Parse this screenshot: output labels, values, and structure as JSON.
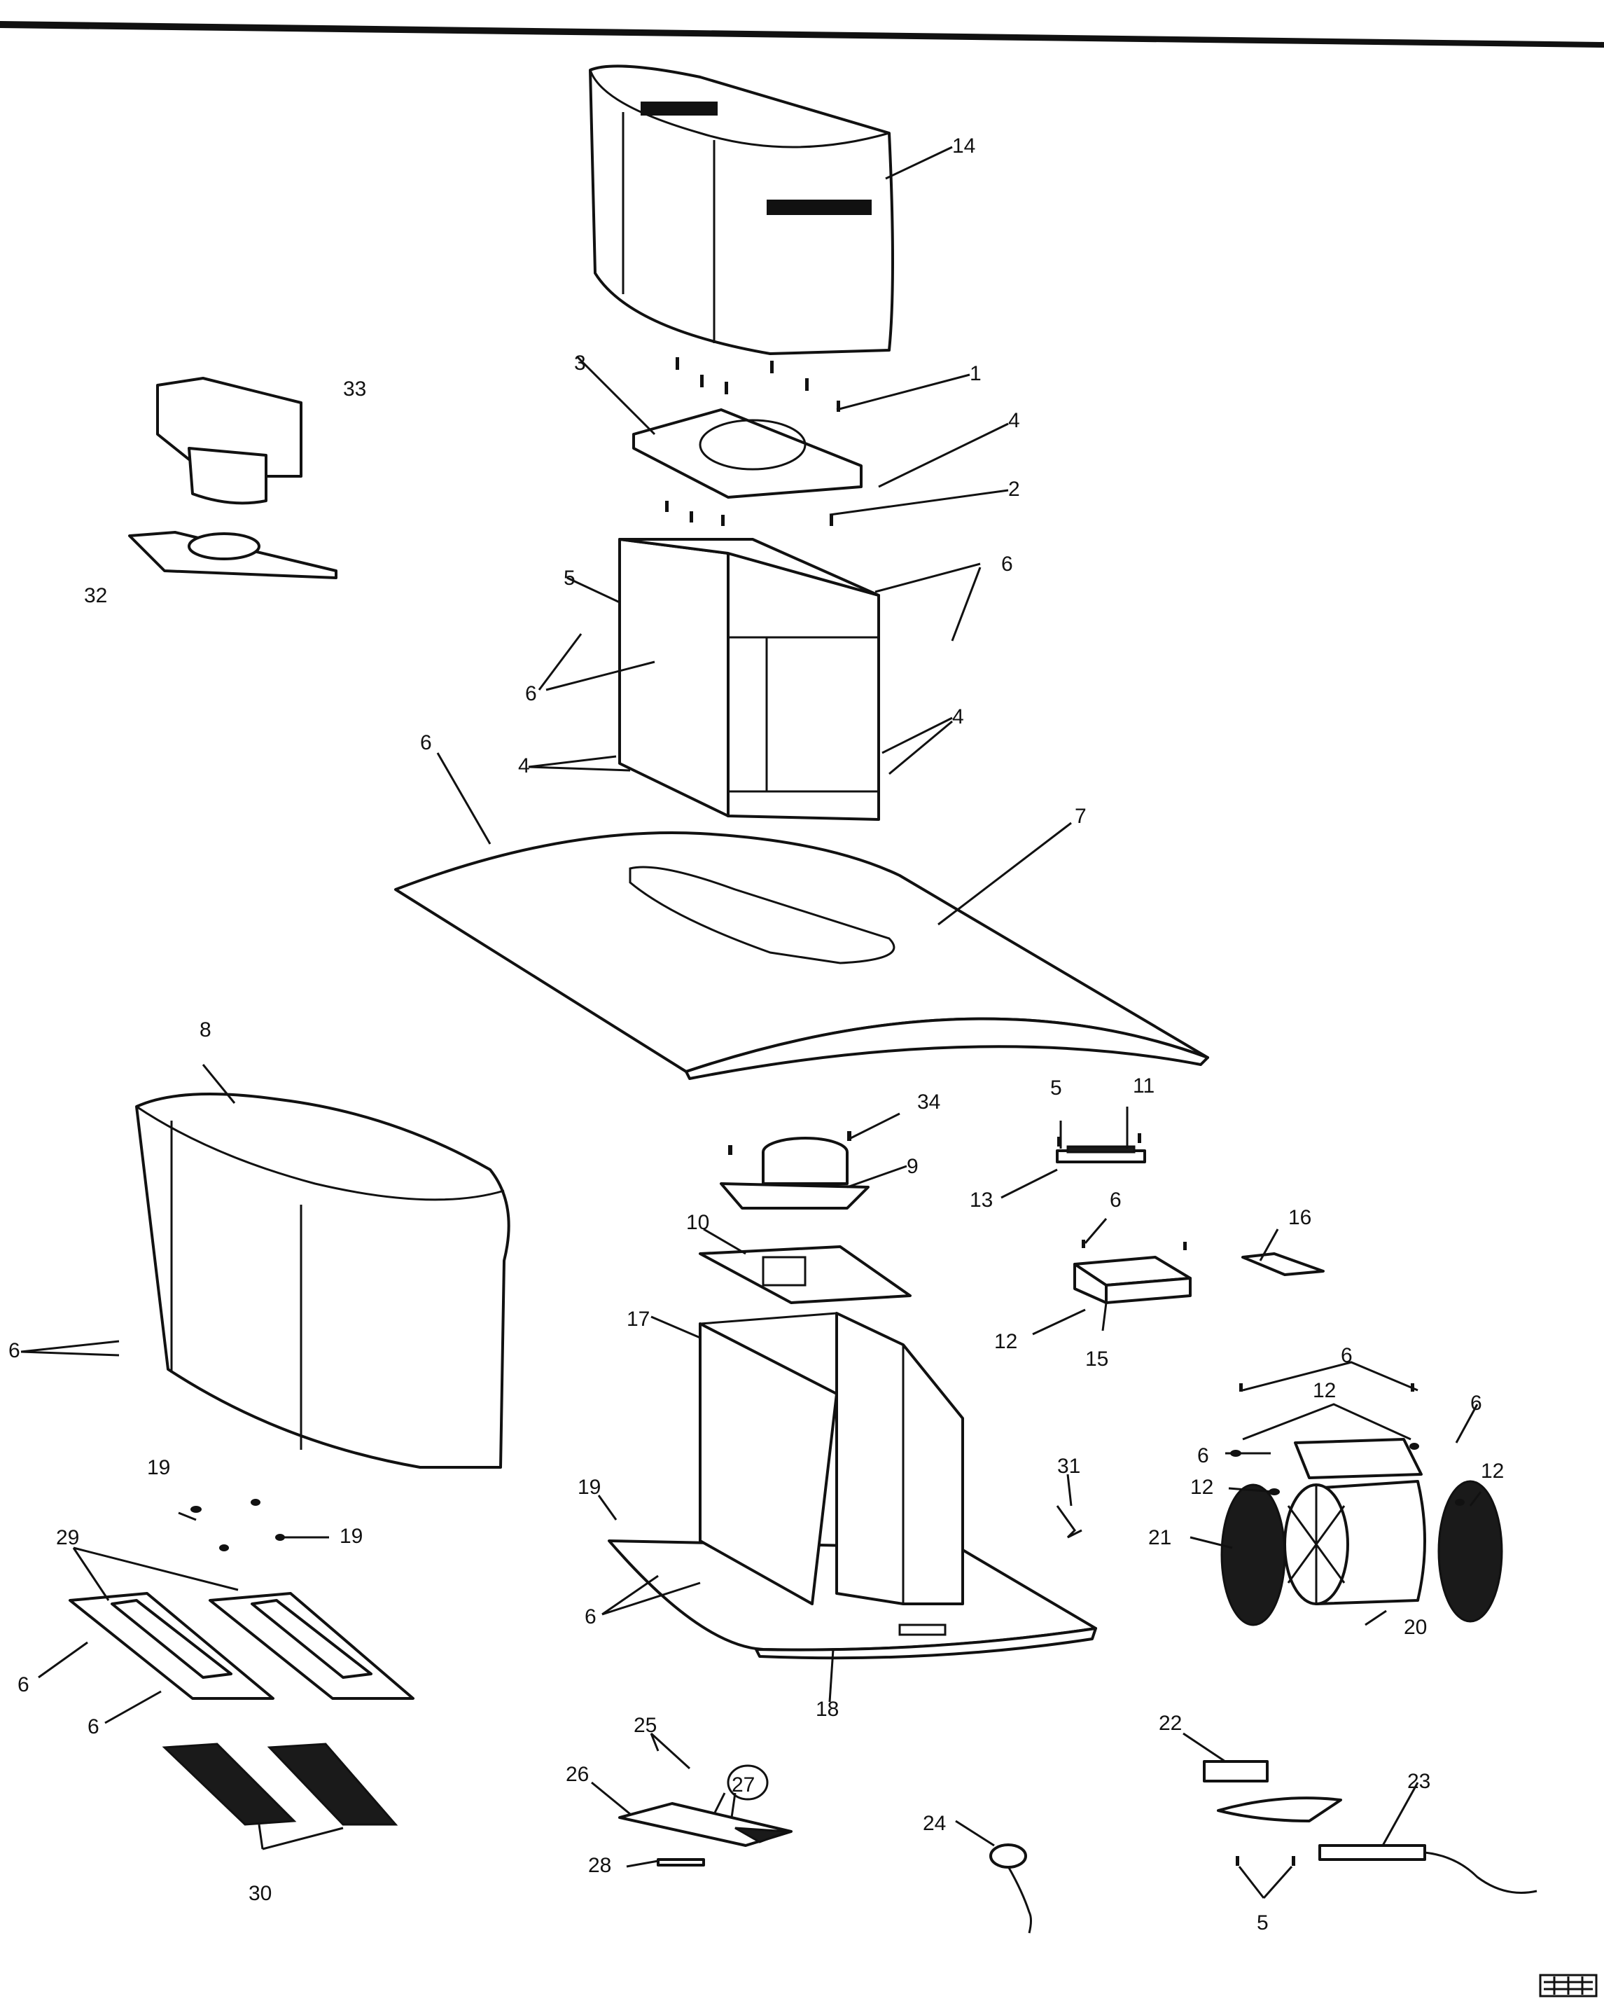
{
  "diagram": {
    "labels": {
      "p1": "1",
      "p2": "2",
      "p3": "3",
      "p4a": "4",
      "p4b": "4",
      "p4c": "4",
      "p5a": "5",
      "p5b": "5",
      "p5c": "5",
      "p6a": "6",
      "p6b": "6",
      "p6c": "6",
      "p6d": "6",
      "p6e": "6",
      "p6f": "6",
      "p6g": "6",
      "p6h": "6",
      "p6i": "6",
      "p6j": "6",
      "p6k": "6",
      "p7": "7",
      "p8": "8",
      "p9": "9",
      "p10": "10",
      "p11": "11",
      "p12a": "12",
      "p12b": "12",
      "p12c": "12",
      "p12d": "12",
      "p13": "13",
      "p14": "14",
      "p15": "15",
      "p16": "16",
      "p17": "17",
      "p18": "18",
      "p19a": "19",
      "p19b": "19",
      "p19c": "19",
      "p20": "20",
      "p21": "21",
      "p22": "22",
      "p23": "23",
      "p24": "24",
      "p25": "25",
      "p26": "26",
      "p27": "27",
      "p28": "28",
      "p29": "29",
      "p30": "30",
      "p31": "31",
      "p32": "32",
      "p33": "33",
      "p34": "34"
    }
  }
}
